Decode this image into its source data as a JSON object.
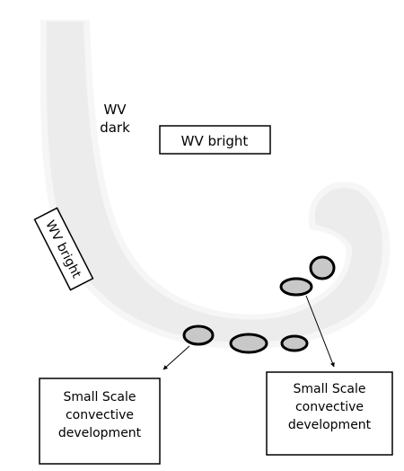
{
  "labels": {
    "wv_dark_line1": "WV",
    "wv_dark_line2": "dark",
    "wv_bright_top": "WV bright",
    "wv_bright_left": "WV bright",
    "box_left": [
      "Small Scale",
      "convective",
      "development"
    ],
    "box_right": [
      "Small Scale",
      "convective",
      "development"
    ]
  },
  "colors": {
    "dark_band_fill": "#ececec",
    "dark_band_edge": "#f6f6f6",
    "cell_fill": "#c8c8c8",
    "stroke": "#000000"
  }
}
